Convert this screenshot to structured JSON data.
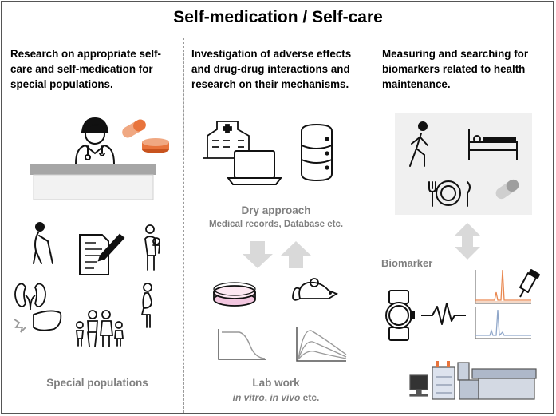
{
  "title": "Self-medication / Self-care",
  "columns": [
    {
      "heading_lines": [
        "Research on appropriate self-",
        "care and self-medication for",
        "special populations."
      ],
      "footer_label": "Special populations"
    },
    {
      "heading_lines": [
        "Investigation of adverse effects",
        "and drug-drug interactions and",
        "research on their mechanisms."
      ],
      "dry_approach": {
        "label": "Dry approach",
        "sublabel": "Medical records, Database etc."
      },
      "lab_work": {
        "label": "Lab work",
        "sublabel_parts": [
          "in vitro",
          ", ",
          "in vivo",
          " etc."
        ]
      }
    },
    {
      "heading_lines": [
        "Measuring and searching for",
        "biomarkers related to health",
        "maintenance."
      ],
      "biomarker_label": "Biomarker"
    }
  ],
  "colors": {
    "orange_pill": "#f0a882",
    "orange_tablet": "#e8743c",
    "pink_dish": "#f2c6df",
    "chart_orange": "#e9874f",
    "chart_blue": "#8fa6c9",
    "arrow_gray": "#d9d9d9",
    "panel_gray": "#f0f0f0",
    "counter_gray": "#a6a6a6",
    "label_gray": "#7f7f7f"
  },
  "icons": [
    "doctor-icon",
    "pill-capsule-icon",
    "tablet-icon",
    "pharmacy-counter",
    "elderly-person-icon",
    "document-pen-icon",
    "parent-child-icon",
    "kidney-icon",
    "liver-icon",
    "family-icon",
    "pregnant-woman-icon",
    "hospital-icon",
    "laptop-icon",
    "database-icon",
    "petri-dish-icon",
    "mouse-icon",
    "decay-curve-chart",
    "pk-curves-chart",
    "walking-person-icon",
    "bed-icon",
    "meal-plate-icon",
    "capsule-icon",
    "smartwatch-icon",
    "pulse-line-icon",
    "chromatogram-orange",
    "pipette-icon",
    "chromatogram-blue",
    "lab-instrument-icon"
  ]
}
